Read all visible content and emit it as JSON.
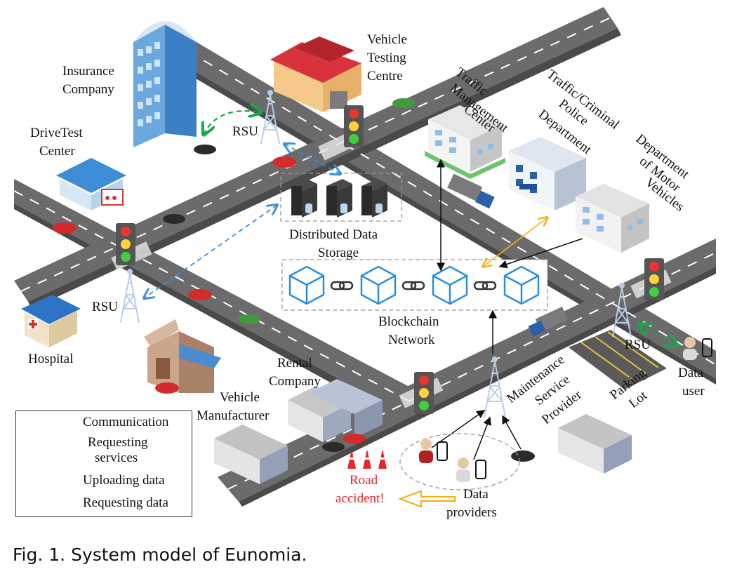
{
  "labels": {
    "insurance_line1": "Insurance",
    "insurance_line2": "Company",
    "vtc_line1": "Vehicle",
    "vtc_line2": "Testing",
    "vtc_line3": "Centre",
    "tmc_line1": "Traffic",
    "tmc_line2": "Management",
    "tmc_line3": "Center",
    "police_line1": "Traffic/Criminal",
    "police_line2": "Police",
    "police_line3": "Department",
    "dmv_line1": "Department",
    "dmv_line2": "of Motor",
    "dmv_line3": "Vehicles",
    "drivetest_line1": "DriveTest",
    "drivetest_line2": "Center",
    "rsu_top": "RSU",
    "rsu_left": "RSU",
    "rsu_right": "RSU",
    "storage_line1": "Distributed Data",
    "storage_line2": "Storage",
    "blockchain_line1": "Blockchain",
    "blockchain_line2": "Network",
    "hospital": "Hospital",
    "rental_line1": "Rental",
    "rental_line2": "Company",
    "manufacturer_line1": "Vehicle",
    "manufacturer_line2": "Manufacturer",
    "maintenance_line1": "Maintenance",
    "maintenance_line2": "Service",
    "maintenance_line3": "Provider",
    "parking_line1": "Parking",
    "parking_line2": "Lot",
    "data_user_line1": "Data",
    "data_user_line2": "user",
    "data_providers_line1": "Data",
    "data_providers_line2": "providers",
    "accident_line1": "Road",
    "accident_line2": "accident!"
  },
  "legend": {
    "communication": "Communication",
    "requesting_services_line1": "Requesting",
    "requesting_services_line2": "services",
    "uploading": "Uploading data",
    "requesting_data": "Requesting data"
  },
  "caption": "Fig. 1. System model of Eunomia.",
  "colors": {
    "communication": "#3a8fd6",
    "requesting_services": "#1aa64a",
    "uploading": "#111111",
    "requesting_data": "#f2b21c",
    "accident_text": "#e8262b",
    "road": "#6e6e6e",
    "blockchain_cube": "#2a8fd8"
  }
}
